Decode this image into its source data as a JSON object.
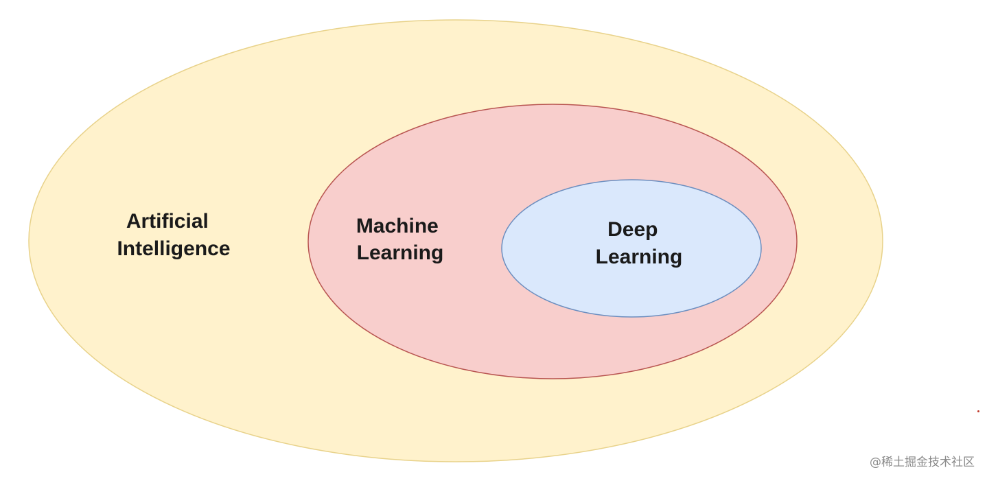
{
  "diagram": {
    "type": "nested-ellipses",
    "sets": [
      {
        "id": "ai",
        "label_lines": [
          "Artificial",
          "Intelligence"
        ],
        "fill": "#fff2cc",
        "stroke": "#e8d28a"
      },
      {
        "id": "ml",
        "label_lines": [
          "Machine",
          "Learning"
        ],
        "fill": "#f8cecc",
        "stroke": "#b85450"
      },
      {
        "id": "dl",
        "label_lines": [
          "Deep",
          "Learning"
        ],
        "fill": "#dae8fc",
        "stroke": "#6c8ebf"
      }
    ]
  },
  "watermark": {
    "text": "@稀土掘金技术社区"
  }
}
